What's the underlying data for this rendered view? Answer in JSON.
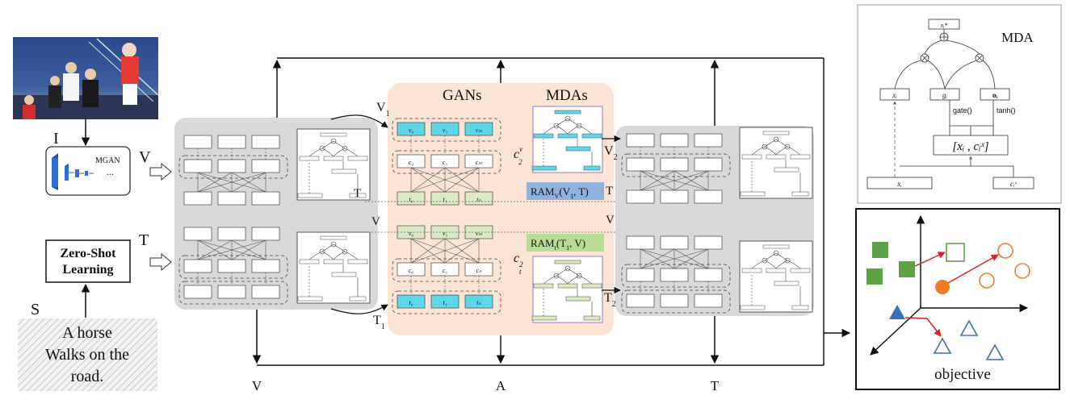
{
  "input": {
    "image_letter": "I",
    "sentence_letter": "S",
    "mgan_label": "MGAN",
    "mgan_ellipsis": "...",
    "zero_shot_line1": "Zero-Shot",
    "zero_shot_line2": "Learning",
    "sentence_line1": "A horse",
    "sentence_line2": "Walks on the",
    "sentence_line3": "road."
  },
  "streams": {
    "v_arrow": "V",
    "t_arrow": "T",
    "left_T_mid": "T",
    "left_V_mid": "V"
  },
  "center": {
    "gans_title": "GANs",
    "mdas_title": "MDAs",
    "v1_label": "V",
    "v1_sub": "1",
    "t1_label": "T",
    "t1_sub": "1",
    "c_v": "c",
    "c_v_sup": "v",
    "c_v_sub": "2",
    "c_t": "c",
    "c_t_sub": "2",
    "c_t_sup": "t",
    "ram_v": "RAM",
    "ram_v_sub": "V",
    "ram_v_args": "(V",
    "ram_v_args_sub": "1",
    "ram_v_args_end": ", T)",
    "ram_t": "RAM",
    "ram_t_sub": "t",
    "ram_t_args": "(T",
    "ram_t_args_sub": "1",
    "ram_t_args_end": ", V)",
    "ram_v_color": "#8fb3dc",
    "ram_t_color": "#b7dc95",
    "panel_color": "#fbe4d4",
    "cyan_cell": "#5fd7e8",
    "green_cell": "#dbe9c5",
    "v_row_top": [
      "v₀",
      "v₁",
      "vₘ"
    ],
    "c_row_top": [
      "c₀",
      "c₁",
      "cₘ"
    ],
    "t_row_top": [
      "t₀",
      "t₁",
      "tₙ"
    ],
    "v_row_bottom": [
      "v₀",
      "v₁",
      "vₘ"
    ],
    "c_row_bottom": [
      "c₀",
      "c₁",
      "cₙ"
    ],
    "t_row_bottom": [
      "t₀",
      "t₁",
      "tₙ"
    ]
  },
  "right": {
    "v2_label": "V",
    "v2_sub": "2",
    "t2_label": "T",
    "t2_sub": "2",
    "v_mid": "V",
    "t_mid": "T"
  },
  "bottom_labels": [
    "V",
    "A",
    "T"
  ],
  "mda_detail": {
    "title": "MDA",
    "out_label": "xᵢ*",
    "x_box": "xᵢ",
    "g_box": "gᵢ",
    "o_box": "oᵢ",
    "gate_label": "gate()",
    "tanh_label": "tanh()",
    "concat_label": "[xᵢ , cᵢˣ]",
    "bottom_x": "xᵢ",
    "bottom_c": "cᵢˣ"
  },
  "objective": {
    "caption": "objective",
    "green": "#5ba346",
    "orange": "#f07c2a",
    "blue": "#3a6fc0",
    "red": "#e02020"
  }
}
